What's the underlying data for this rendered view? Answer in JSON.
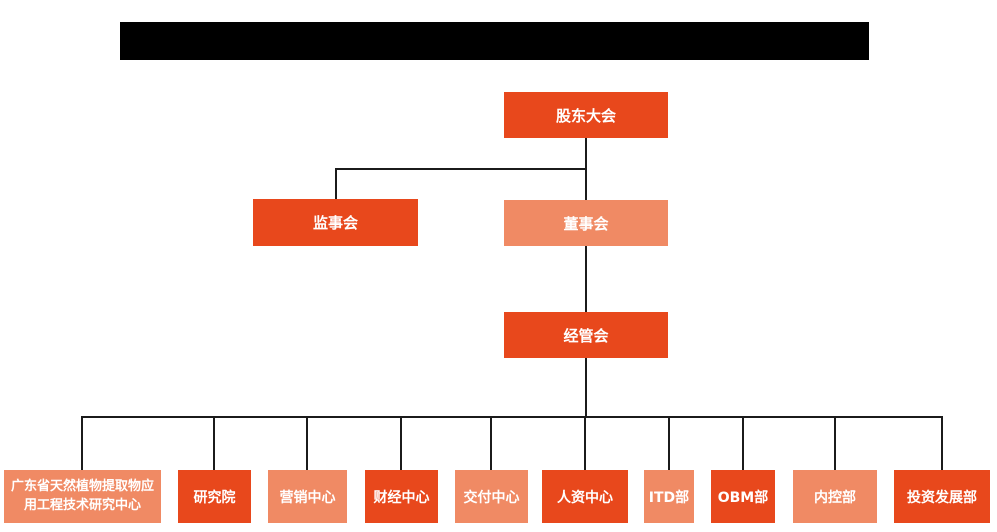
{
  "header": {
    "redacted_title_bar": {
      "color": "#000000"
    }
  },
  "colors": {
    "node_dark": "#E8481C",
    "node_light": "#F08A64",
    "line": "#1b1b1b",
    "node_text": "#ffffff",
    "background": "#ffffff",
    "redaction_bar": "#000000"
  },
  "org_chart": {
    "root": {
      "label": "股东大会",
      "color": "#E8481C"
    },
    "level2": [
      {
        "label": "监事会",
        "color": "#E8481C"
      },
      {
        "label": "董事会",
        "color": "#F08A64"
      }
    ],
    "level3": {
      "label": "经管会",
      "color": "#E8481C"
    },
    "departments": [
      {
        "label": "广东省天然植物提取物应用工程技术研究中心",
        "color": "#F08A64"
      },
      {
        "label": "研究院",
        "color": "#E8481C"
      },
      {
        "label": "营销中心",
        "color": "#F08A64"
      },
      {
        "label": "财经中心",
        "color": "#E8481C"
      },
      {
        "label": "交付中心",
        "color": "#F08A64"
      },
      {
        "label": "人资中心",
        "color": "#E8481C"
      },
      {
        "label": "ITD部",
        "color": "#F08A64"
      },
      {
        "label": "OBM部",
        "color": "#E8481C"
      },
      {
        "label": "内控部",
        "color": "#F08A64"
      },
      {
        "label": "投资发展部",
        "color": "#E8481C"
      }
    ]
  }
}
